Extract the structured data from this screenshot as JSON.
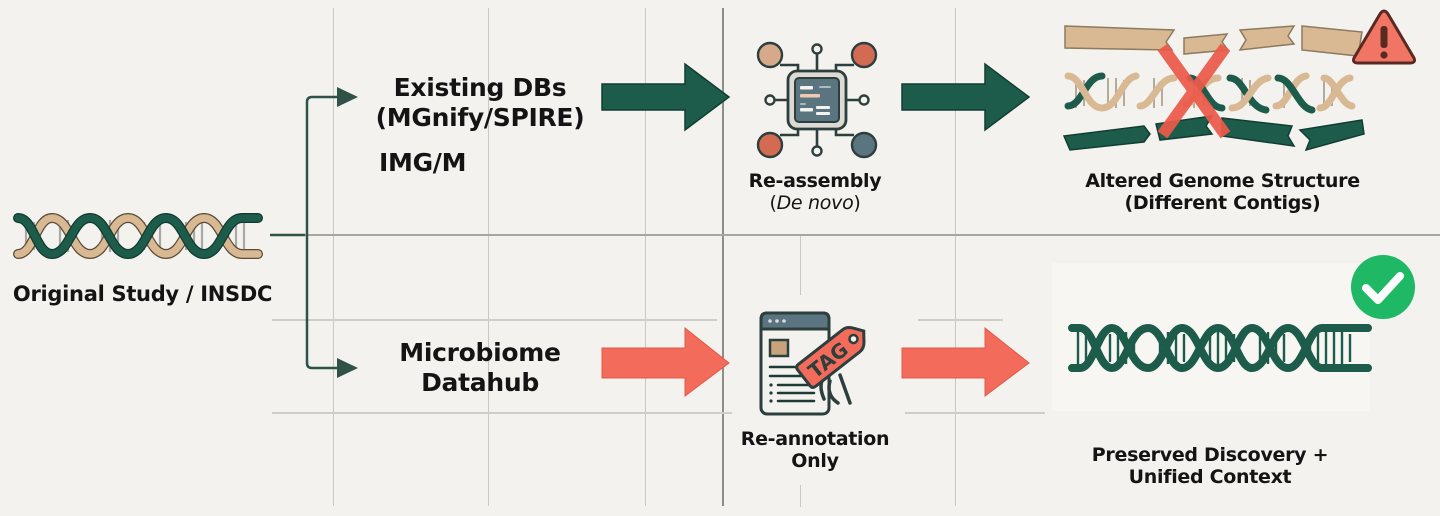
{
  "diagram": {
    "source": {
      "label": "Original Study / INSDC",
      "icon": "dna-double-helix-icon"
    },
    "branches": [
      {
        "id": "existing",
        "target_lines": [
          "Existing DBs",
          "(MGnify/SPIRE)"
        ],
        "target_extra": "IMG/M",
        "arrow_color": "#1d5c4b",
        "process": {
          "icon": "chip-circuit-icon",
          "line1": "Re-assembly",
          "line2_prefix": "(",
          "line2_italic": "De novo",
          "line2_suffix": ")"
        },
        "outcome": {
          "icon": "broken-dna-contigs-icon",
          "status_icon": "warning-triangle-icon",
          "lines": [
            "Altered Genome Structure",
            "(Different Contigs)"
          ]
        }
      },
      {
        "id": "datahub",
        "target_lines": [
          "Microbiome",
          "Datahub"
        ],
        "arrow_color": "#f26b5b",
        "process": {
          "icon": "document-tag-icon",
          "tag_text": "TAG",
          "lines": [
            "Re-annotation",
            "Only"
          ]
        },
        "outcome": {
          "icon": "intact-dna-icon",
          "status_icon": "checkmark-circle-icon",
          "lines": [
            "Preserved Discovery +",
            "Unified Context"
          ]
        }
      }
    ],
    "colors": {
      "background": "#f3f2ee",
      "dark_green": "#1d5c4b",
      "tan": "#d8b993",
      "coral": "#f26b5b",
      "success_green": "#1fb865",
      "slate": "#5a7480"
    }
  }
}
